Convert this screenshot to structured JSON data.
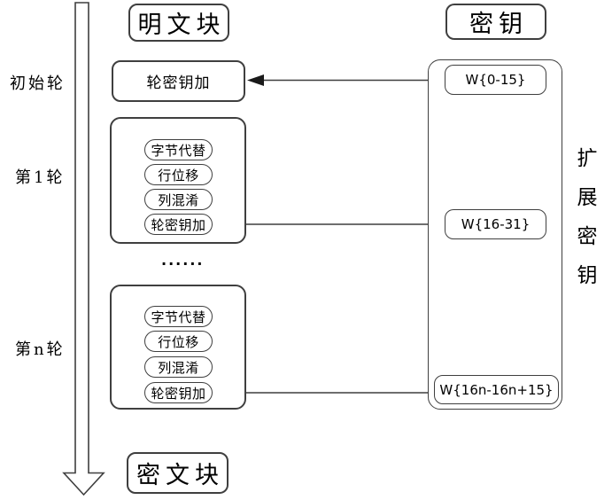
{
  "diagram": {
    "plaintext_label": "明文块",
    "key_label": "密钥",
    "ciphertext_label": "密文块",
    "expanded_key_label": "扩展密钥",
    "ellipsis": "······",
    "left_labels": {
      "initial_round": "初始轮",
      "round_1": "第1轮",
      "round_n": "第n轮"
    },
    "initial_round_step": "轮密钥加",
    "round1_steps": [
      "字节代替",
      "行位移",
      "列混淆",
      "轮密钥加"
    ],
    "roundn_steps": [
      "字节代替",
      "行位移",
      "列混淆",
      "轮密钥加"
    ],
    "key_words": [
      "W{0-15}",
      "W{16-31}",
      "W{16n-16n+15}"
    ],
    "colors": {
      "border": "#3f3f3f",
      "text": "#000000",
      "arrow_line": "#3f3f3f",
      "arrowhead": "#1a1a1a",
      "background": "#ffffff"
    }
  }
}
